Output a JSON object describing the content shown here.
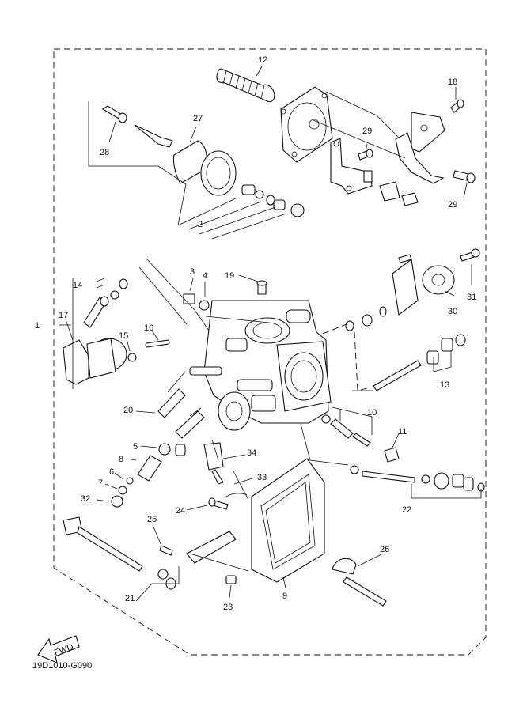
{
  "diagram_code": "19D1010-G090",
  "fwd_label": "FWD",
  "labels": {
    "p1": "1",
    "p2": "2",
    "p3": "3",
    "p4": "4",
    "p5": "5",
    "p6": "6",
    "p7": "7",
    "p8": "8",
    "p9": "9",
    "p10": "10",
    "p11": "11",
    "p12": "12",
    "p13": "13",
    "p14": "14",
    "p15": "15",
    "p16": "16",
    "p17": "17",
    "p18": "18",
    "p19": "19",
    "p20": "20",
    "p21": "21",
    "p22": "22",
    "p23": "23",
    "p24": "24",
    "p25": "25",
    "p26": "26",
    "p27": "27",
    "p28": "28",
    "p29a": "29",
    "p29b": "29",
    "p30": "30",
    "p31": "31",
    "p32": "32",
    "p33": "33",
    "p34": "34"
  }
}
